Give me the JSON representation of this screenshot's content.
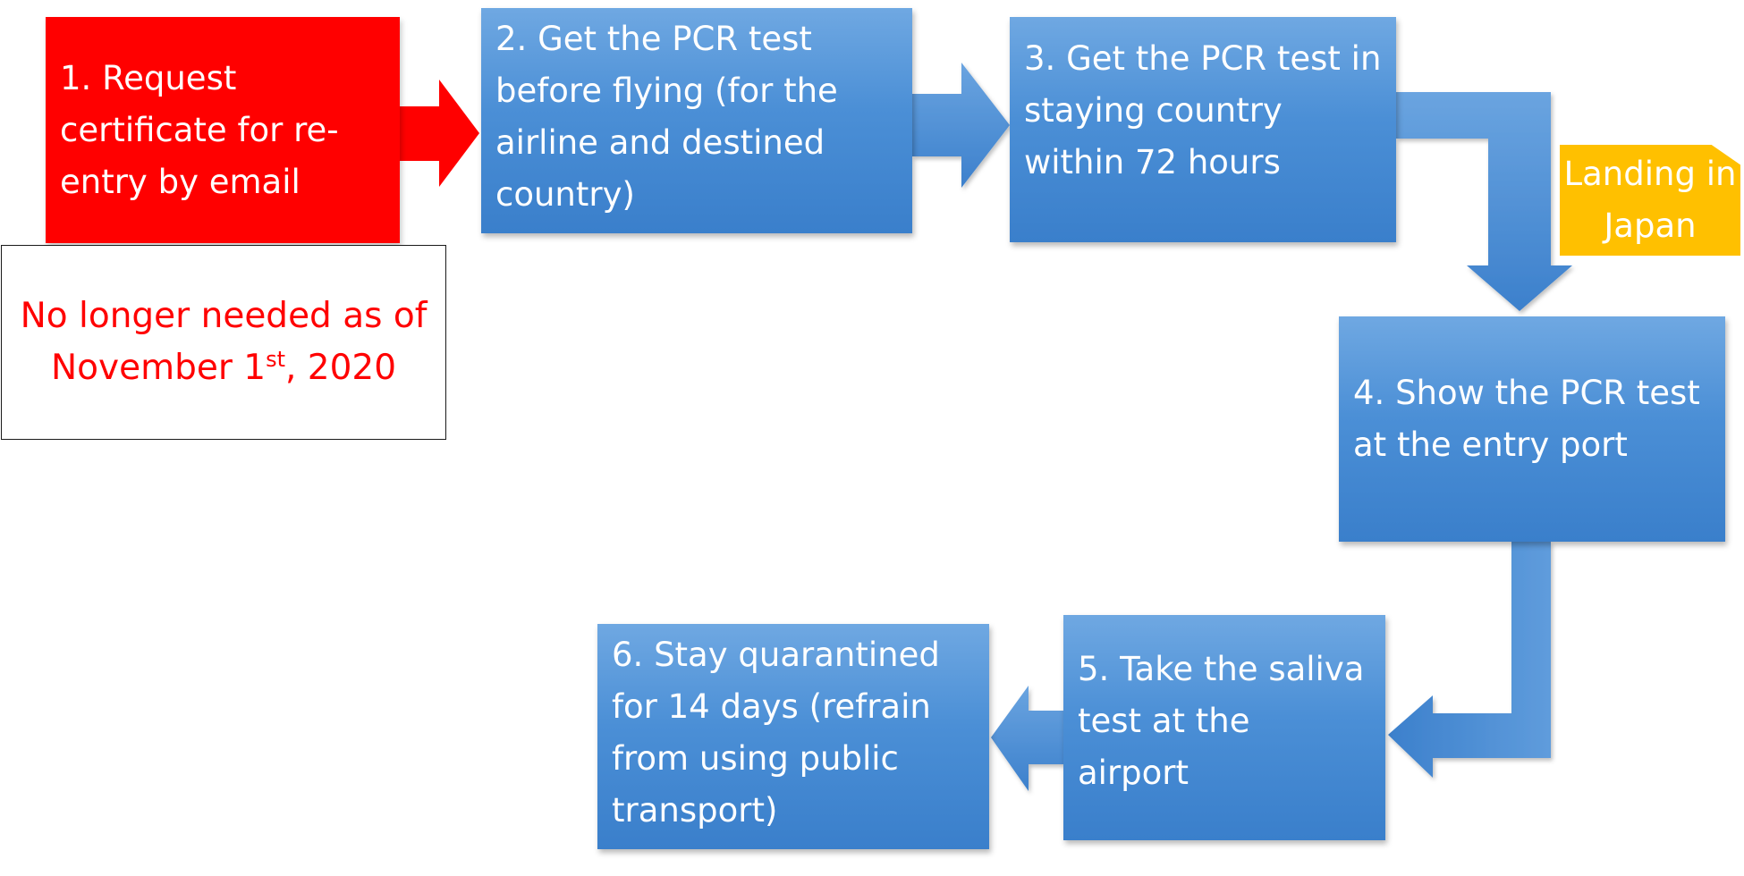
{
  "steps": {
    "step1": {
      "lines": [
        "1. Request",
        "certificate for re-",
        "entry by email"
      ],
      "color": "#ff0000"
    },
    "step2": {
      "lines": [
        "2. Get the PCR test",
        "before flying (for the",
        "airline and destined",
        "country)"
      ]
    },
    "step3": {
      "lines": [
        "3. Get the PCR test in",
        "staying country",
        "within 72 hours"
      ]
    },
    "step4": {
      "lines": [
        "4. Show the PCR test",
        "at the entry port"
      ]
    },
    "step5": {
      "lines": [
        "5. Take the saliva",
        "test at the airport"
      ]
    },
    "step6": {
      "lines": [
        "6. Stay quarantined",
        "for 14 days (refrain",
        "from using public",
        "transport)"
      ]
    }
  },
  "note": {
    "line1": "No longer needed as of",
    "line2_prefix": "November 1",
    "line2_sup": "st",
    "line2_suffix": ", 2020",
    "color": "#ff0000"
  },
  "badge": {
    "lines": [
      "Landing",
      "in Japan"
    ],
    "color": "#ffc000"
  },
  "colors": {
    "step_blue": "#4a8fd6",
    "arrow_blue": "#4a8fd6",
    "arrow_red": "#ff0000"
  }
}
